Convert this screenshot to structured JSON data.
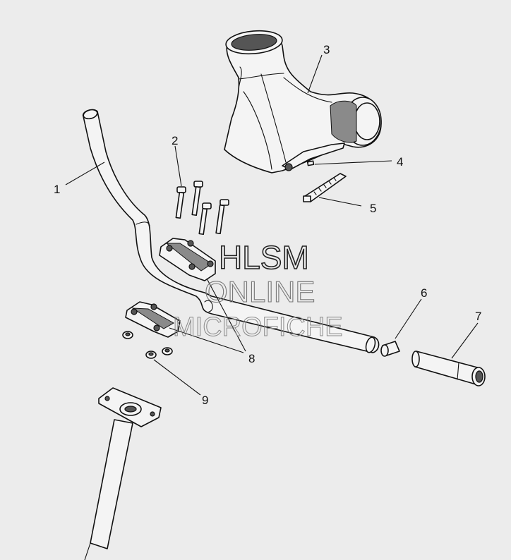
{
  "callouts": [
    "1",
    "2",
    "3",
    "4",
    "5",
    "6",
    "7",
    "8",
    "9"
  ],
  "watermark": {
    "line1": "HLSM",
    "line2": "ONLINE",
    "line3": "MICROFICHE"
  }
}
